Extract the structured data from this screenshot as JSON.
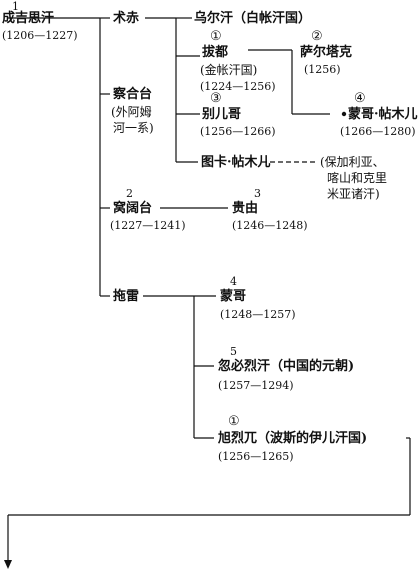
{
  "nodes": {
    "genghis": {
      "num": "1",
      "name": "成吉思汗",
      "dates": "(1206—1227)"
    },
    "jochi": {
      "name": "术赤"
    },
    "orda": {
      "name": "乌尔汗（白帐汗国）"
    },
    "batu": {
      "circle": "①",
      "name": "拔都",
      "sub": "(金帐汗国)",
      "dates": "(1224—1256)"
    },
    "sartaq": {
      "circle": "②",
      "name": "萨尔塔克",
      "dates": "(1256)"
    },
    "berke": {
      "circle": "③",
      "name": "别儿哥",
      "dates": "(1256—1266)"
    },
    "mongke_temur": {
      "circle": "④",
      "name": "蒙哥·帖木儿",
      "dates": "(1266—1280)"
    },
    "tuqa_temur": {
      "name": "图卡·帖木儿",
      "note1": "(保加利亚、",
      "note2": "喀山和克里",
      "note3": "米亚诸汗)"
    },
    "chagatai": {
      "name": "察合台",
      "sub1": "(外阿姆",
      "sub2": "河一系)"
    },
    "ogedei": {
      "num": "2",
      "name": "窝阔台",
      "dates": "(1227—1241)"
    },
    "guyuk": {
      "num": "3",
      "name": "贵由",
      "dates": "(1246—1248)"
    },
    "tolui": {
      "name": "拖雷"
    },
    "mongke": {
      "num": "4",
      "name": "蒙哥",
      "dates": "(1248—1257)"
    },
    "kublai": {
      "num": "5",
      "name": "忽必烈汗（中国的元朝)",
      "dates": "(1257—1294)"
    },
    "hulagu": {
      "circle": "①",
      "name": "旭烈兀（波斯的伊儿汗国)",
      "dates": "(1256—1265)"
    }
  },
  "colors": {
    "ink": "#111111",
    "paper": "#ffffff"
  }
}
